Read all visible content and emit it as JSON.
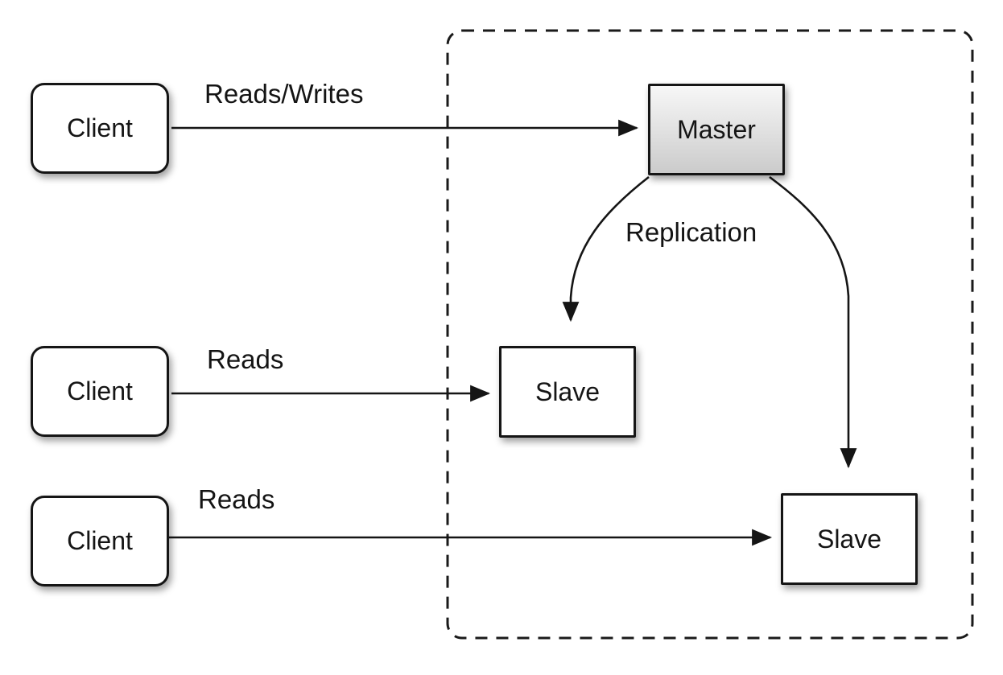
{
  "diagram": {
    "clients": [
      {
        "label": "Client"
      },
      {
        "label": "Client"
      },
      {
        "label": "Client"
      }
    ],
    "master": {
      "label": "Master"
    },
    "slaves": [
      {
        "label": "Slave"
      },
      {
        "label": "Slave"
      }
    ],
    "edges": [
      {
        "label": "Reads/Writes",
        "from": "client-1",
        "to": "master"
      },
      {
        "label": "Reads",
        "from": "client-2",
        "to": "slave-1"
      },
      {
        "label": "Reads",
        "from": "client-3",
        "to": "slave-2"
      },
      {
        "label": "Replication",
        "from": "master",
        "to": "slave-1 / slave-2"
      }
    ],
    "colors": {
      "stroke": "#151515",
      "box_fill": "#ffffff",
      "master_gradient_top": "#f7f7f7",
      "master_gradient_bottom": "#cbcbcb",
      "background": "#ffffff"
    }
  }
}
